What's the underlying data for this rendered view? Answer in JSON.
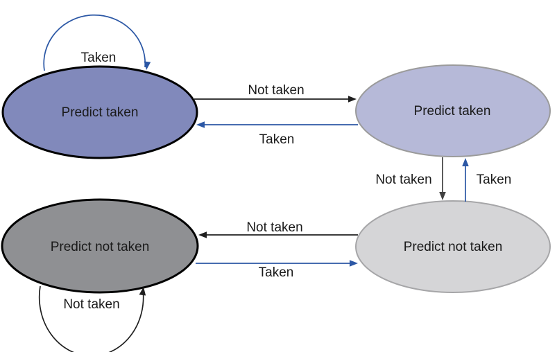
{
  "background": "#ffffff",
  "text_color": "#1a1a1a",
  "states": {
    "top_left": {
      "label": "Predict taken",
      "fill": "#8189bb",
      "stroke": "#000000"
    },
    "top_right": {
      "label": "Predict taken",
      "fill": "#b6b9d8",
      "stroke": "#9b9b9b"
    },
    "bottom_left": {
      "label": "Predict not taken",
      "fill": "#8f9093",
      "stroke": "#000000"
    },
    "bottom_right": {
      "label": "Predict not taken",
      "fill": "#d5d5d7",
      "stroke": "#a6a6a8"
    }
  },
  "transitions": {
    "top_left_self": {
      "label": "Taken",
      "color": "#2b57a5"
    },
    "top_left_to_top_right": {
      "label": "Not taken",
      "color": "#1f1f1f"
    },
    "top_right_to_top_left": {
      "label": "Taken",
      "color": "#2b57a5"
    },
    "top_right_to_bottom_right": {
      "label": "Not taken",
      "color": "#404040"
    },
    "bottom_right_to_top_right": {
      "label": "Taken",
      "color": "#2b57a5"
    },
    "bottom_right_to_bottom_left": {
      "label": "Not taken",
      "color": "#1f1f1f"
    },
    "bottom_left_to_bottom_right": {
      "label": "Taken",
      "color": "#2b57a5"
    },
    "bottom_left_self": {
      "label": "Not taken",
      "color": "#1f1f1f"
    }
  }
}
